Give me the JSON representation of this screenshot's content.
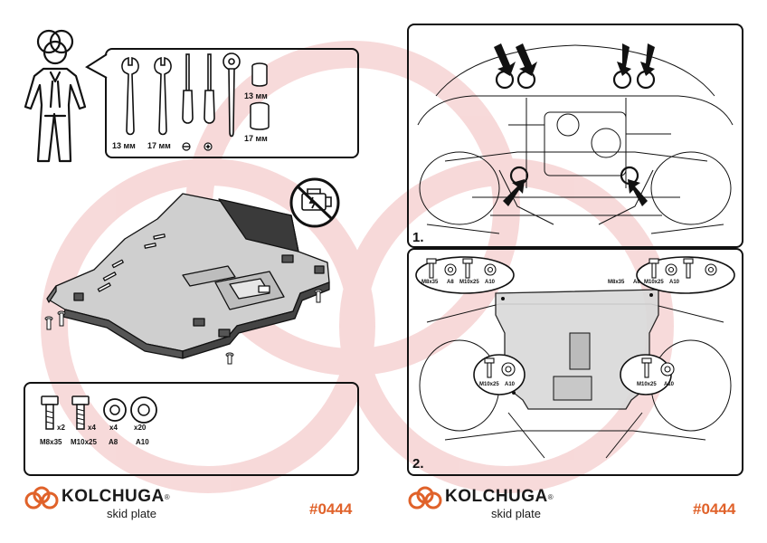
{
  "colors": {
    "brand_orange": "#e0622a",
    "watermark": "#f4cccc",
    "line": "#111111"
  },
  "tools": {
    "wrench_13": "13 мм",
    "wrench_17": "17 мм",
    "socket_13": "13 мм",
    "socket_17": "17 мм",
    "screwdriver_flat_icon": "flat-screwdriver-tip-icon",
    "screwdriver_torx_icon": "torx-screwdriver-tip-icon"
  },
  "parts_left": [
    {
      "label": "M8x35",
      "qty": "x2",
      "icon": "bolt-icon"
    },
    {
      "label": "M10x25",
      "qty": "x4",
      "icon": "bolt-icon"
    },
    {
      "label": "A8",
      "qty": "x4",
      "icon": "washer-icon"
    },
    {
      "label": "A10",
      "qty": "x20",
      "icon": "washer-icon"
    }
  ],
  "step1": {
    "number": "1."
  },
  "step2": {
    "number": "2.",
    "callout_left": [
      "M8x35",
      "A8",
      "M10x25",
      "A10"
    ],
    "callout_right": [
      "M8x35",
      "A8",
      "M10x25",
      "A10"
    ],
    "callout_bottom_left": [
      "M10x25",
      "A10"
    ],
    "callout_bottom_right": [
      "M10x25",
      "A10"
    ]
  },
  "brand": {
    "name": "KOLCHUGA",
    "reg": "®",
    "sub": "skid plate"
  },
  "product_code": "#0444"
}
